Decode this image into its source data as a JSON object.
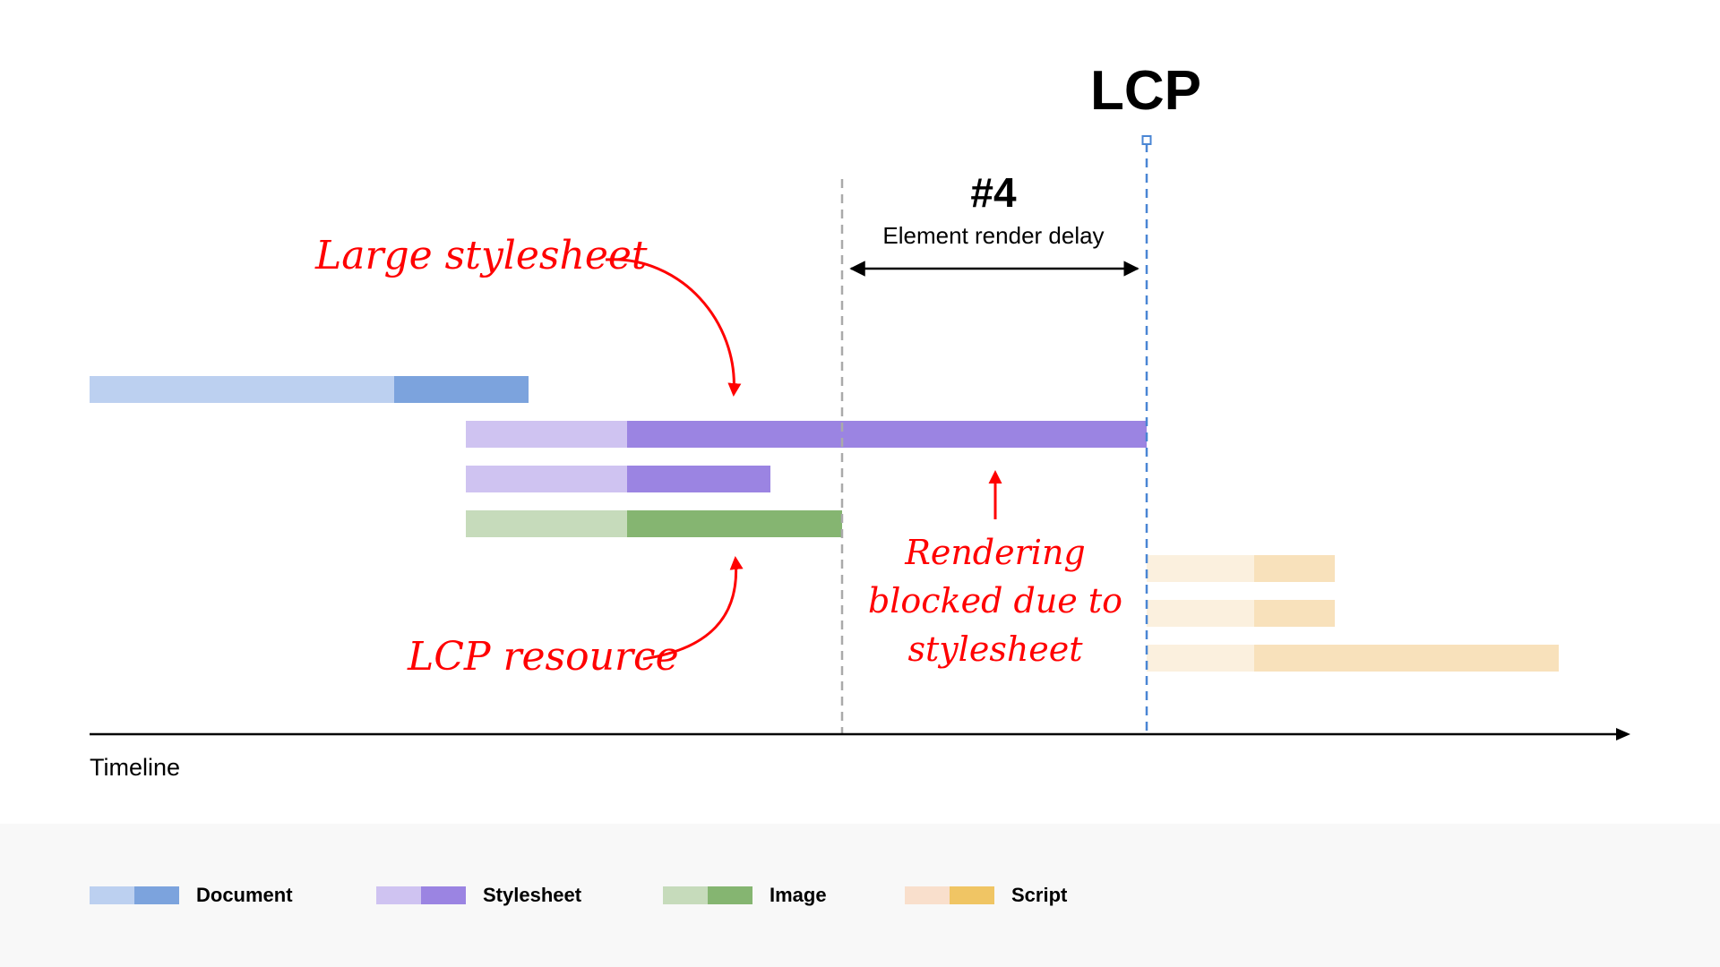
{
  "title": "LCP",
  "phase": {
    "number": "#4",
    "label": "Element render delay"
  },
  "axis_label": "Timeline",
  "annotations": {
    "large_stylesheet": "Large stylesheet",
    "lcp_resource": "LCP resource",
    "render_blocked": [
      "Rendering",
      "blocked due to",
      "stylesheet"
    ]
  },
  "colors": {
    "annotation_red": "#ff0000",
    "lcp_marker": "#4a86d4",
    "phase_start_marker": "#aaaaaa"
  },
  "chart_data": {
    "type": "waterfall",
    "time_axis": {
      "min": 0,
      "max": 1720
    },
    "markers": {
      "phase_start": 840,
      "lcp": 1180
    },
    "categories": [
      {
        "key": "document",
        "name": "Document",
        "light": "#bcd0f0",
        "dark": "#7ca3dd"
      },
      {
        "key": "stylesheet",
        "name": "Stylesheet",
        "light": "#cfc3f1",
        "dark": "#9b84e2"
      },
      {
        "key": "image",
        "name": "Image",
        "light": "#c6dbbb",
        "dark": "#85b571"
      },
      {
        "key": "script",
        "name": "Script",
        "light": "#fbf0de",
        "dark": "#f8e1bb",
        "legend_dark": "#f0c564",
        "legend_light": "#f9dfcc"
      }
    ],
    "requests": [
      {
        "category": "document",
        "start": 0,
        "dark_start": 340,
        "end": 490
      },
      {
        "category": "stylesheet",
        "start": 420,
        "dark_start": 600,
        "end": 1180
      },
      {
        "category": "stylesheet",
        "start": 420,
        "dark_start": 600,
        "end": 760
      },
      {
        "category": "image",
        "start": 420,
        "dark_start": 600,
        "end": 840
      },
      {
        "category": "script",
        "start": 1180,
        "dark_start": 1300,
        "end": 1390
      },
      {
        "category": "script",
        "start": 1180,
        "dark_start": 1300,
        "end": 1390
      },
      {
        "category": "script",
        "start": 1180,
        "dark_start": 1300,
        "end": 1640
      }
    ]
  }
}
